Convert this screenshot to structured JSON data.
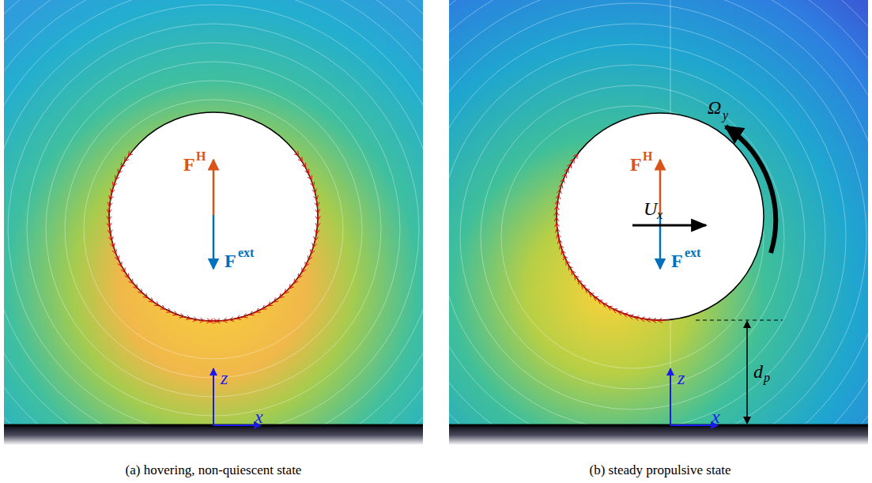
{
  "diagram": {
    "labels": [
      "F",
      "H",
      "F",
      "ext",
      "z",
      "x",
      "(a) hovering, non-quiescent state",
      "F",
      "H",
      "F",
      "ext",
      "U",
      "x",
      "Ω",
      "y",
      "z",
      "x",
      "d",
      "p",
      "(b) steady propulsive state"
    ]
  }
}
